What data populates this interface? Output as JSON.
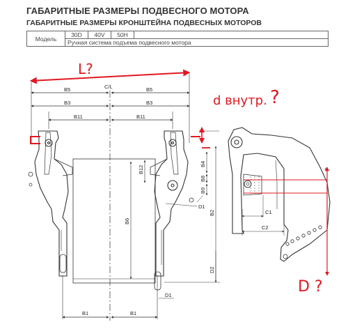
{
  "header": {
    "title": "ГАБАРИТНЫЕ РАЗМЕРЫ ПОДВЕСНОГО МОТОРА",
    "subtitle": "ГАБАРИТНЫЕ РАЗМЕРЫ КРОНШТЕЙНА ПОДВЕСНЫХ МОТОРОВ"
  },
  "spec_table": {
    "row_label": "Модель",
    "models": [
      "30D",
      "40V",
      "50H"
    ],
    "system_text": "Ручная система подъема подвесного мотора"
  },
  "dimensions": {
    "L": "L",
    "CL": "C/L",
    "B5": "B5",
    "B3": "B3",
    "B11": "B11",
    "B12": "B12",
    "B6": "B6",
    "B4": "B4",
    "B8": "B8",
    "B9": "B9",
    "D1": "D1",
    "B2": "B2",
    "D2": "D2",
    "B1": "B1",
    "C1": "C1",
    "C2": "C2"
  },
  "annotations": {
    "L_question": "L?",
    "d_inner": "d внутр.",
    "question": "?",
    "D_question": "D ?"
  },
  "colors": {
    "annotation": "#e01820",
    "line": "#333333"
  }
}
